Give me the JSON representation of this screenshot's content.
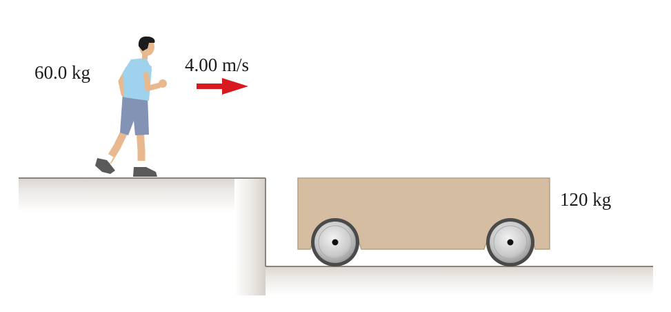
{
  "runner": {
    "mass_label": "60.0 kg",
    "speed_label": "4.00 m/s"
  },
  "cart": {
    "mass_label": "120 kg"
  },
  "colors": {
    "arrow": "#d71920",
    "cart_body": "#d4bda0",
    "ground_shadow": "#e4e0dc",
    "ground_edge": "#7a726c",
    "shirt": "#9fd2ec",
    "shorts": "#8293b5",
    "skin": "#e8b98f",
    "hair": "#1c1c1c",
    "tire": "#4a4a4a",
    "hubcap": "#d8d8d8"
  },
  "icons": {
    "velocity": "arrow-right-icon",
    "wheel": "wheel-icon",
    "person": "running-person-icon"
  }
}
